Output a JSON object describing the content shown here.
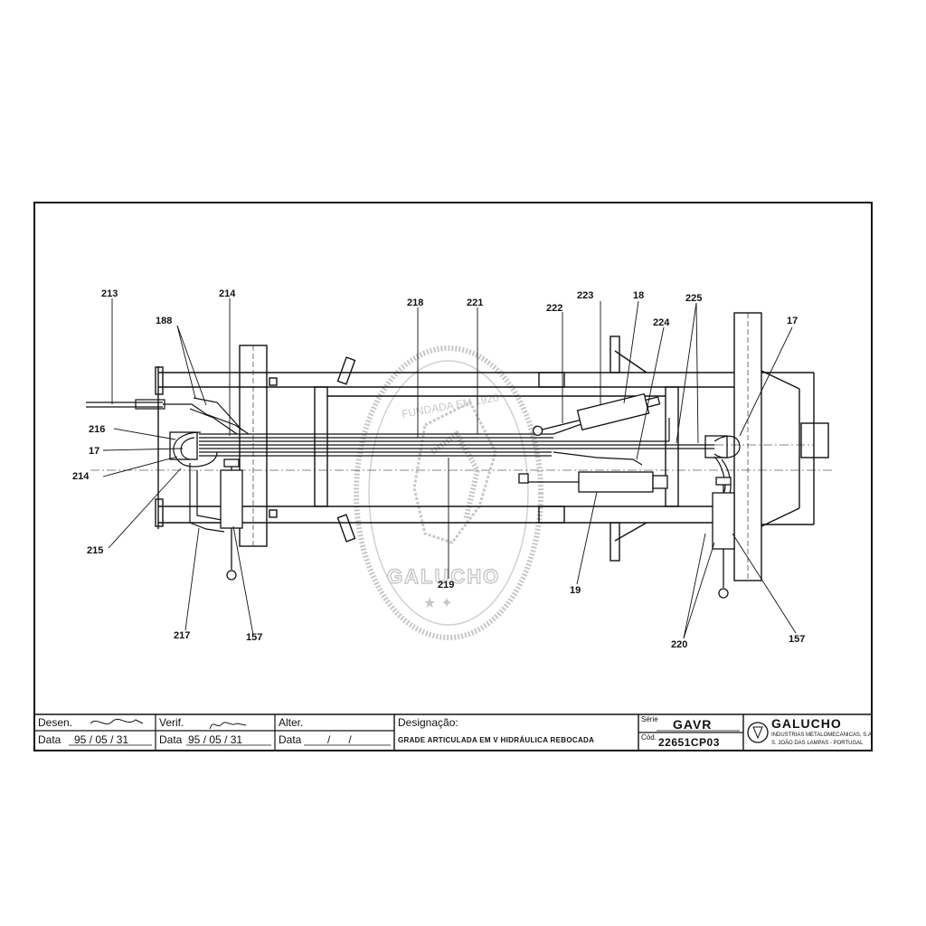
{
  "callouts": {
    "c213": "213",
    "c214_top": "214",
    "c188": "188",
    "c218": "218",
    "c221": "221",
    "c223": "223",
    "c18": "18",
    "c222": "222",
    "c224": "224",
    "c225": "225",
    "c17_right": "17",
    "c216": "216",
    "c17_left": "17",
    "c214_left": "214",
    "c215": "215",
    "c217": "217",
    "c157_left": "157",
    "c219": "219",
    "c19": "19",
    "c220": "220",
    "c157_right": "157"
  },
  "stamp": {
    "top_text": "FUNDADA EM 1920",
    "name": "GALUCHO"
  },
  "title_block": {
    "desen_label": "Desen.",
    "data_label_1": "Data",
    "date_1": {
      "yy": "95",
      "mm": "05",
      "dd": "31"
    },
    "verif_label": "Verif.",
    "data_label_2": "Data",
    "date_2": {
      "yy": "95",
      "mm": "05",
      "dd": "31"
    },
    "alter_label": "Alter.",
    "data_label_3": "Data",
    "designacao_label": "Designação:",
    "designation": "GRADE ARTICULADA EM V HIDRÁULICA REBOCADA",
    "serie_label": "Série",
    "serie_value": "GAVR",
    "cod_label": "Cód.",
    "cod_value": "22651CP03",
    "company_name": "GALUCHO",
    "company_line1": "INDUSTRIAS METALOMECANICAS, S.A.",
    "company_line2": "S. JOÃO DAS LAMPAS - PORTUGAL"
  },
  "colors": {
    "ink": "#111111",
    "stamp": "#9a9a9a",
    "paper": "#ffffff"
  }
}
